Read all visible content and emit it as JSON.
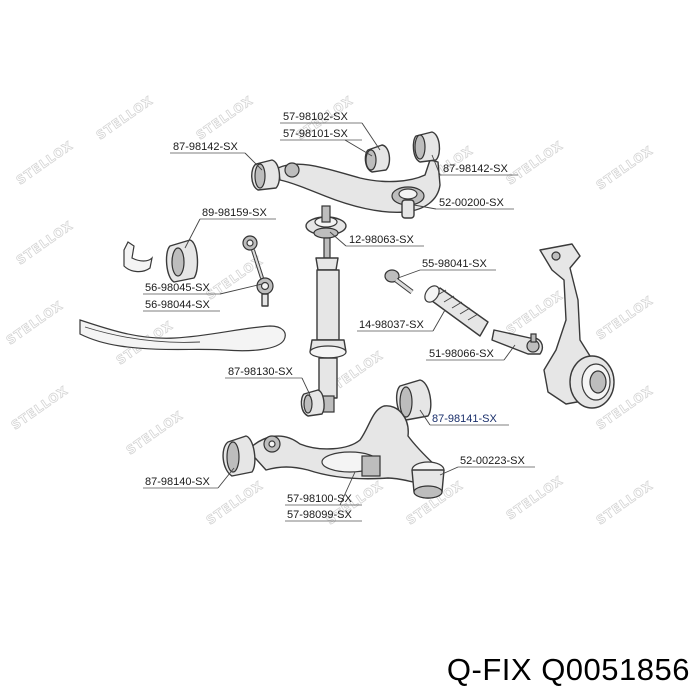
{
  "watermark": "STELLOX",
  "labels": {
    "l1": "57-98102-SX",
    "l2": "57-98101-SX",
    "l3": "87-98142-SX",
    "l4": "87-98142-SX",
    "l5": "52-00200-SX",
    "l6": "89-98159-SX",
    "l7": "12-98063-SX",
    "l8": "55-98041-SX",
    "l9": "56-98045-SX",
    "l10": "56-98044-SX",
    "l11": "14-98037-SX",
    "l12": "51-98066-SX",
    "l13": "87-98130-SX",
    "l14": "87-98141-SX",
    "l15": "52-00223-SX",
    "l16": "87-98140-SX",
    "l17": "57-98100-SX",
    "l18": "57-98099-SX"
  },
  "footer": {
    "brand": "Q-FIX",
    "part_number": "Q0051856"
  },
  "colors": {
    "highlight_label": "#1a2f6b"
  }
}
